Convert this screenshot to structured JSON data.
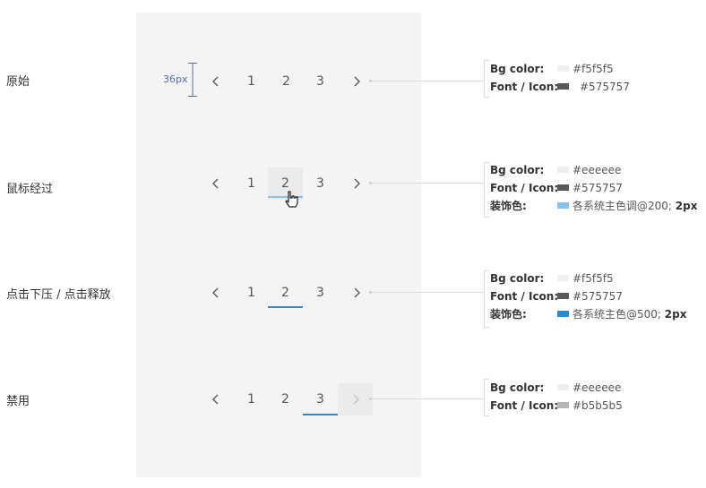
{
  "measure": {
    "text": "36px"
  },
  "states": [
    {
      "label": "原始",
      "pager": {
        "prev": "chevron-left-icon",
        "pages": [
          "1",
          "2",
          "3"
        ],
        "next": "chevron-right-icon"
      },
      "spec": [
        {
          "key": "Bg color:",
          "swatch": "#f5f5f5",
          "value": "#f5f5f5"
        },
        {
          "key": "Font / Icon:",
          "swatch": "#575757",
          "value": "#575757"
        }
      ]
    },
    {
      "label": "鼠标经过",
      "pager": {
        "prev": "chevron-left-icon",
        "pages": [
          "1",
          "2",
          "3"
        ],
        "next": "chevron-right-icon",
        "cursor": "hand-pointer-icon"
      },
      "spec": [
        {
          "key": "Bg color:",
          "swatch": "#eeeeee",
          "value": "#eeeeee"
        },
        {
          "key": "Font / Icon:",
          "swatch": "#575757",
          "value": "#575757"
        },
        {
          "key": "装饰色:",
          "swatch": "#8ac1e6",
          "value": "各系统主色调@200;",
          "bold": "2px"
        }
      ]
    },
    {
      "label": "点击下压 / 点击释放",
      "pager": {
        "prev": "chevron-left-icon",
        "pages": [
          "1",
          "2",
          "3"
        ],
        "next": "chevron-right-icon"
      },
      "spec": [
        {
          "key": "Bg color:",
          "swatch": "#f5f5f5",
          "value": "#f5f5f5"
        },
        {
          "key": "Font / Icon:",
          "swatch": "#575757",
          "value": "#575757"
        },
        {
          "key": "装饰色:",
          "swatch": "#2b8ad1",
          "value": "各系统主色@500;",
          "bold": "2px"
        }
      ]
    },
    {
      "label": "禁用",
      "pager": {
        "prev": "chevron-left-icon",
        "pages": [
          "1",
          "2",
          "3"
        ],
        "next": "chevron-right-icon"
      },
      "spec": [
        {
          "key": "Bg color:",
          "swatch": "#eeeeee",
          "value": "#eeeeee"
        },
        {
          "key": "Font / Icon:",
          "swatch": "#b5b5b5",
          "value": "#b5b5b5"
        }
      ]
    }
  ],
  "colors": {
    "accent_200": "#8ac1e6",
    "accent_500": "#2b8ad1",
    "disabled": "#b5b5b5"
  }
}
